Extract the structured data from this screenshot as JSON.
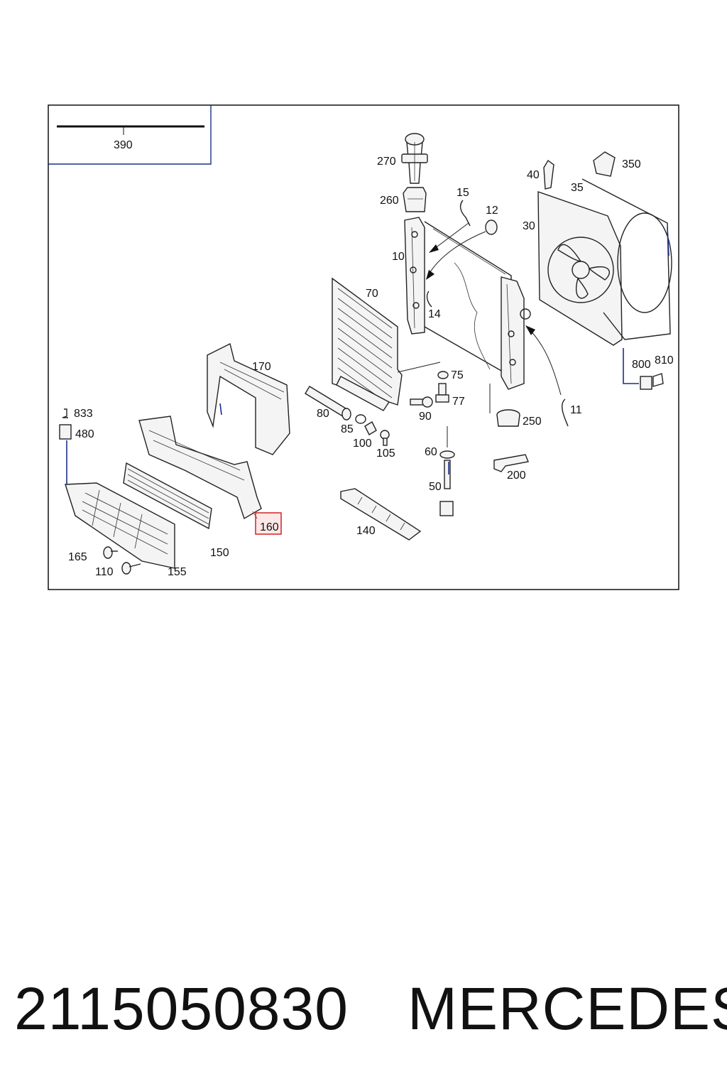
{
  "diagram": {
    "inset_label": "390",
    "highlight_color": "#d62f2f",
    "highlight_fill": "#fde8e8",
    "labels": {
      "p270": "270",
      "p260": "260",
      "p15": "15",
      "p12": "12",
      "p10": "10",
      "p14": "14",
      "p70": "70",
      "p40": "40",
      "p350": "350",
      "p35": "35",
      "p30": "30",
      "p170": "170",
      "p833": "833",
      "p480": "480",
      "p80": "80",
      "p85": "85",
      "p100": "100",
      "p105": "105",
      "p75": "75",
      "p77": "77",
      "p90": "90",
      "p800": "800",
      "p810": "810",
      "p11": "11",
      "p250": "250",
      "p60": "60",
      "p200": "200",
      "p50": "50",
      "p160": "160",
      "p140": "140",
      "p165": "165",
      "p150": "150",
      "p110": "110",
      "p155": "155"
    }
  },
  "caption": {
    "part_number": "2115050830",
    "brand": "MERCEDES"
  }
}
